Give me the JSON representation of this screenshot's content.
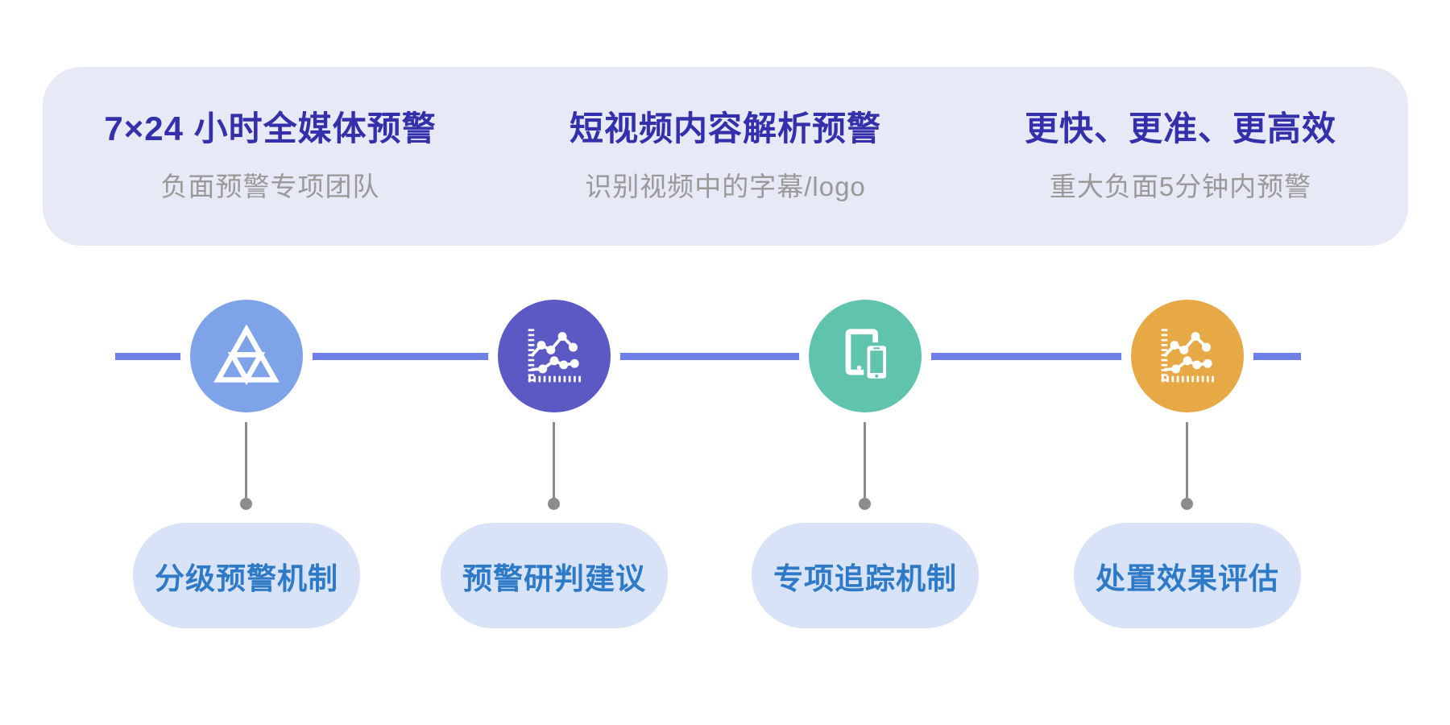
{
  "banner": {
    "bg": "#E7EAF6",
    "title_color": "#342FAA",
    "subtitle_color": "#999999",
    "items": [
      {
        "title": "7×24 小时全媒体预警",
        "subtitle": "负面预警专项团队"
      },
      {
        "title": "短视频内容解析预警",
        "subtitle": "识别视频中的字幕/logo"
      },
      {
        "title": "更快、更准、更高效",
        "subtitle": "重大负面5分钟内预警"
      }
    ]
  },
  "timeline": {
    "line_color": "#6E80E8",
    "connector_color": "#8C8C8C",
    "pill_bg": "#D8E3F7",
    "pill_text_color": "#2F7AC7",
    "nodes": [
      {
        "icon": "triangle-icon",
        "circle_color": "#7FA3E8",
        "label": "分级预警机制"
      },
      {
        "icon": "line-chart-icon",
        "circle_color": "#5B59C4",
        "label": "预警研判建议"
      },
      {
        "icon": "devices-icon",
        "circle_color": "#5FC3AD",
        "label": "专项追踪机制"
      },
      {
        "icon": "line-chart-icon",
        "circle_color": "#E6A946",
        "label": "处置效果评估"
      }
    ]
  }
}
